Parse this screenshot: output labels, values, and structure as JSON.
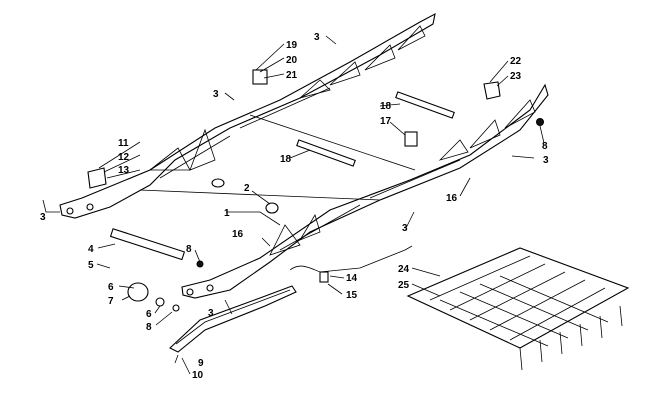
{
  "diagram": {
    "callouts": [
      {
        "id": "c1",
        "text": "1"
      },
      {
        "id": "c2",
        "text": "2"
      },
      {
        "id": "c3a",
        "text": "3"
      },
      {
        "id": "c3b",
        "text": "3"
      },
      {
        "id": "c3c",
        "text": "3"
      },
      {
        "id": "c3d",
        "text": "3"
      },
      {
        "id": "c3e",
        "text": "3"
      },
      {
        "id": "c3f",
        "text": "3"
      },
      {
        "id": "c4",
        "text": "4"
      },
      {
        "id": "c5",
        "text": "5"
      },
      {
        "id": "c6a",
        "text": "6"
      },
      {
        "id": "c6b",
        "text": "6"
      },
      {
        "id": "c7",
        "text": "7"
      },
      {
        "id": "c8a",
        "text": "8"
      },
      {
        "id": "c8b",
        "text": "8"
      },
      {
        "id": "c8c",
        "text": "8"
      },
      {
        "id": "c9",
        "text": "9"
      },
      {
        "id": "c10",
        "text": "10"
      },
      {
        "id": "c11",
        "text": "11"
      },
      {
        "id": "c12",
        "text": "12"
      },
      {
        "id": "c13",
        "text": "13"
      },
      {
        "id": "c14",
        "text": "14"
      },
      {
        "id": "c15",
        "text": "15"
      },
      {
        "id": "c16a",
        "text": "16"
      },
      {
        "id": "c16b",
        "text": "16"
      },
      {
        "id": "c17",
        "text": "17"
      },
      {
        "id": "c18a",
        "text": "18"
      },
      {
        "id": "c18b",
        "text": "18"
      },
      {
        "id": "c19",
        "text": "19"
      },
      {
        "id": "c20",
        "text": "20"
      },
      {
        "id": "c21",
        "text": "21"
      },
      {
        "id": "c22",
        "text": "22"
      },
      {
        "id": "c23",
        "text": "23"
      },
      {
        "id": "c24",
        "text": "24"
      },
      {
        "id": "c25",
        "text": "25"
      }
    ]
  }
}
